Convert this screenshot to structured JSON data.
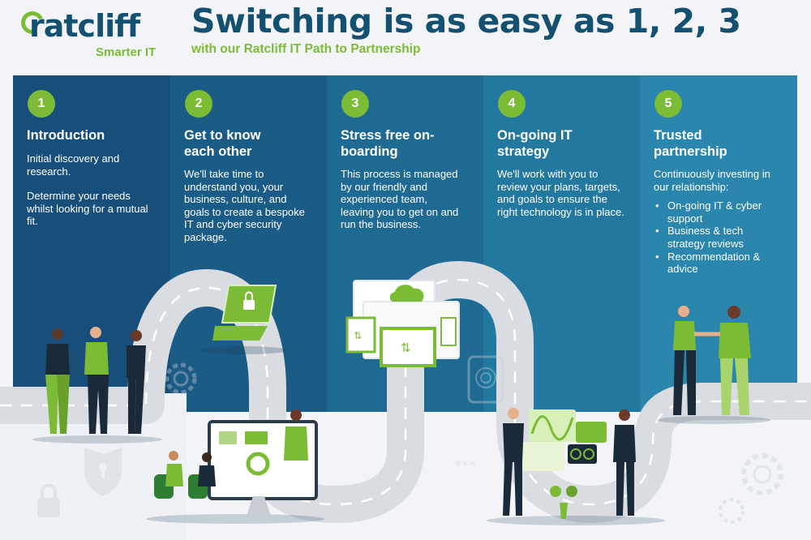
{
  "header": {
    "logo_text": "ratcliff",
    "logo_tagline": "Smarter IT",
    "title": "Switching is as easy as 1, 2, 3",
    "subtitle": "with our Ratcliff IT Path to Partnership"
  },
  "colors": {
    "navy": "#14506f",
    "green": "#7cbb35",
    "col1": "#174f7a",
    "col2": "#1a5c86",
    "col3": "#1f6a93",
    "col4": "#23789f",
    "col5": "#2a86ad",
    "road": "#d7dbe0"
  },
  "steps": [
    {
      "number": "1",
      "title": "Introduction",
      "paragraphs": [
        "Initial discovery and research.",
        "Determine your needs whilst looking for a mutual fit."
      ]
    },
    {
      "number": "2",
      "title": "Get to know each other",
      "paragraphs": [
        "We'll take time to understand you, your business, culture, and goals to create a bespoke IT and cyber security package."
      ]
    },
    {
      "number": "3",
      "title": "Stress free on-boarding",
      "paragraphs": [
        "This process is managed by our friendly and experienced team, leaving you to get on and run the business."
      ]
    },
    {
      "number": "4",
      "title": "On-going IT strategy",
      "paragraphs": [
        "We'll work with you to review your plans, targets, and goals to ensure the right technology is in place."
      ]
    },
    {
      "number": "5",
      "title": "Trusted partnership",
      "paragraphs": [
        "Continuously investing in our relationship:"
      ],
      "bullets": [
        "On-going IT & cyber support",
        "Business & tech strategy reviews",
        "Recommendation & advice"
      ]
    }
  ]
}
